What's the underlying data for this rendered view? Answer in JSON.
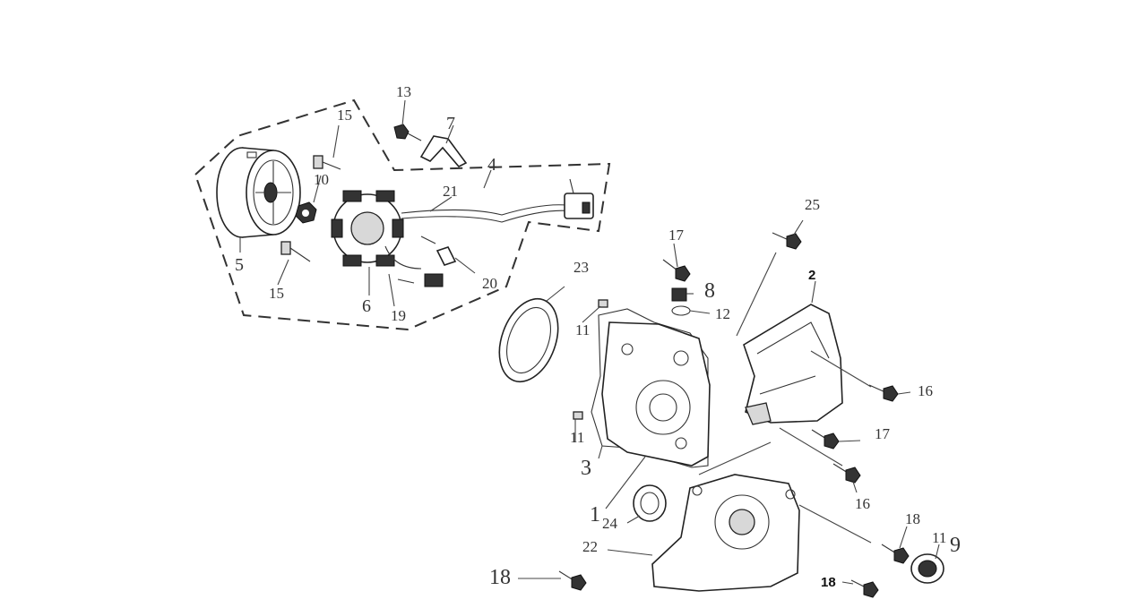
{
  "callouts": {
    "c1": "1",
    "c2": "2",
    "c3": "3",
    "c4": "4",
    "c5": "5",
    "c6": "6",
    "c7": "7",
    "c8": "8",
    "c9": "9",
    "c10": "10",
    "c11a": "11",
    "c11b": "11",
    "c11c": "11",
    "c12": "12",
    "c13": "13",
    "c15a": "15",
    "c15b": "15",
    "c16a": "16",
    "c16b": "16",
    "c17a": "17",
    "c17b": "17",
    "c18a": "18",
    "c18b": "18",
    "c18c": "18",
    "c19": "19",
    "c20": "20",
    "c21": "21",
    "c22": "22",
    "c23": "23",
    "c24": "24",
    "c25": "25"
  }
}
